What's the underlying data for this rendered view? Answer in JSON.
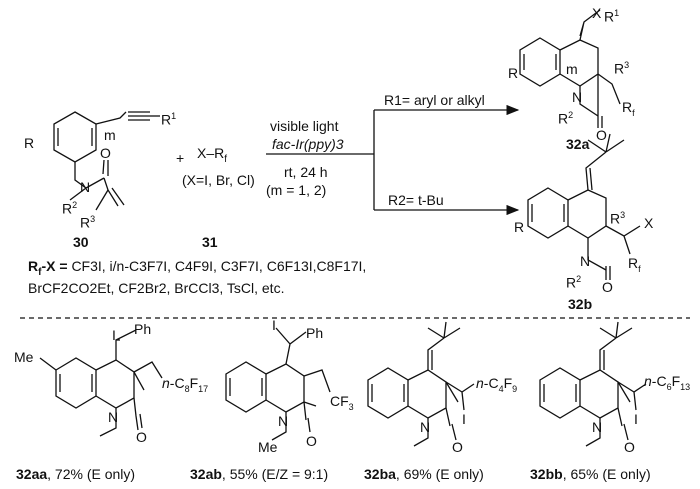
{
  "reactants": {
    "alkyne_label": "30",
    "reagent_label": "31",
    "reagent_formula": "X–R",
    "reagent_formula_sub": "f",
    "reagent_scope": "(X=I, Br, Cl)",
    "plus": "+",
    "rfx_prefix": "R",
    "rfx_sub": "f",
    "rfx_eq": "-X = ",
    "rfx_line1": "CF3I, i/n-C3F7I, C4F9I, C3F7I, C6F13I,C8F17I,",
    "rfx_line2": "BrCF2CO2Et, CF2Br2, BrCCl3, TsCl, etc."
  },
  "conditions": {
    "line1": "visible light",
    "line2": "fac-Ir(ppy)3",
    "line3": "rt, 24 h",
    "line4": "(m = 1, 2)"
  },
  "branches": {
    "upper": "R1= aryl or alkyl",
    "lower": "R2= t-Bu"
  },
  "products": {
    "p32a": "32a",
    "p32b": "32b"
  },
  "atoms": {
    "R": "R",
    "m": "m",
    "N": "N",
    "O": "O",
    "R1": "R1",
    "R2": "R2",
    "R3": "R3",
    "X": "X",
    "Rf": "Rf",
    "I": "I",
    "Ph": "Ph",
    "Me": "Me",
    "nC8F17": "n-C8F17",
    "CF3": "CF3",
    "nC4F9": "n-C4F9",
    "nC6F13": "n-C6F13"
  },
  "examples": [
    {
      "id": "32aa",
      "text": ", 72% (E only)"
    },
    {
      "id": "32ab",
      "text": ", 55% (E/Z = 9:1)"
    },
    {
      "id": "32ba",
      "text": ", 69% (E only)"
    },
    {
      "id": "32bb",
      "text": ", 65% (E only)"
    }
  ]
}
